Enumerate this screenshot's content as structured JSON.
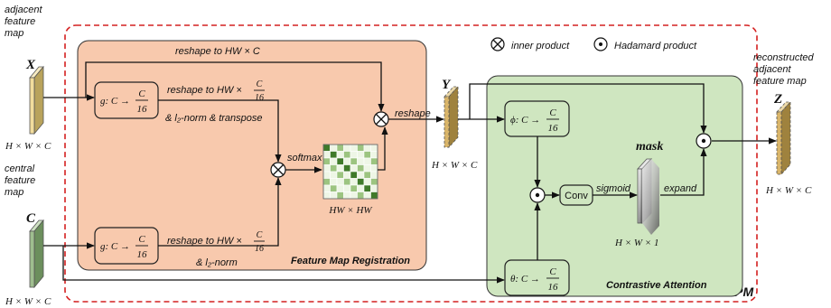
{
  "legend": {
    "inner_product": "inner product",
    "hadamard_product": "Hadamard product"
  },
  "inputs": {
    "adjacent": {
      "caption_lines": [
        "adjacent",
        "feature",
        "map"
      ],
      "symbol": "X",
      "dims": "H × W × C",
      "color": "#f2dd9c"
    },
    "central": {
      "caption_lines": [
        "central",
        "feature",
        "map"
      ],
      "symbol": "C",
      "dims": "H × W × C",
      "color": "#9fbe8f"
    }
  },
  "fmr": {
    "title": "Feature Map Registration",
    "color": "#f8c9ad",
    "top_g_box": {
      "prefix": "g: C →",
      "num": "C",
      "den": "16"
    },
    "bottom_g_box": {
      "prefix": "g: C →",
      "num": "C",
      "den": "16"
    },
    "label_reshape_top": "reshape to  HW × C",
    "label_reshape_mid_prefix": "reshape to HW ×",
    "label_reshape_mid_num": "C",
    "label_reshape_mid_den": "16",
    "label_l2_transpose": "& l₂-norm & transpose",
    "label_reshape_low_prefix": "reshape to HW ×",
    "label_reshape_low_num": "C",
    "label_reshape_low_den": "16",
    "label_l2": "& l₂-norm",
    "label_softmax": "softmax",
    "label_reshape": "reshape",
    "matrix_label": "HW × HW"
  },
  "middle": {
    "symbol": "Y",
    "dims": "H × W × C",
    "color": "#d9b56a"
  },
  "ca": {
    "title": "Contrastive Attention",
    "color": "#cfe6c0",
    "phi_box": {
      "prefix": "ϕ: C →",
      "num": "C",
      "den": "16"
    },
    "theta_box": {
      "prefix": "θ: C →",
      "num": "C",
      "den": "16"
    },
    "conv": "Conv",
    "sigmoid": "sigmoid",
    "mask_label": "mask",
    "mask_dims": "H × W × 1",
    "expand": "expand"
  },
  "apm_label": "APM",
  "output": {
    "caption_lines": [
      "reconstructed",
      "adjacent",
      "feature map"
    ],
    "symbol": "Z",
    "dims": "H × W × C",
    "color": "#d9b56a"
  },
  "colors": {
    "apm_border": "#d42020",
    "matrix_light": "#eef6e6",
    "matrix_mid": "#9cc480",
    "matrix_dark": "#3f7a2a"
  }
}
